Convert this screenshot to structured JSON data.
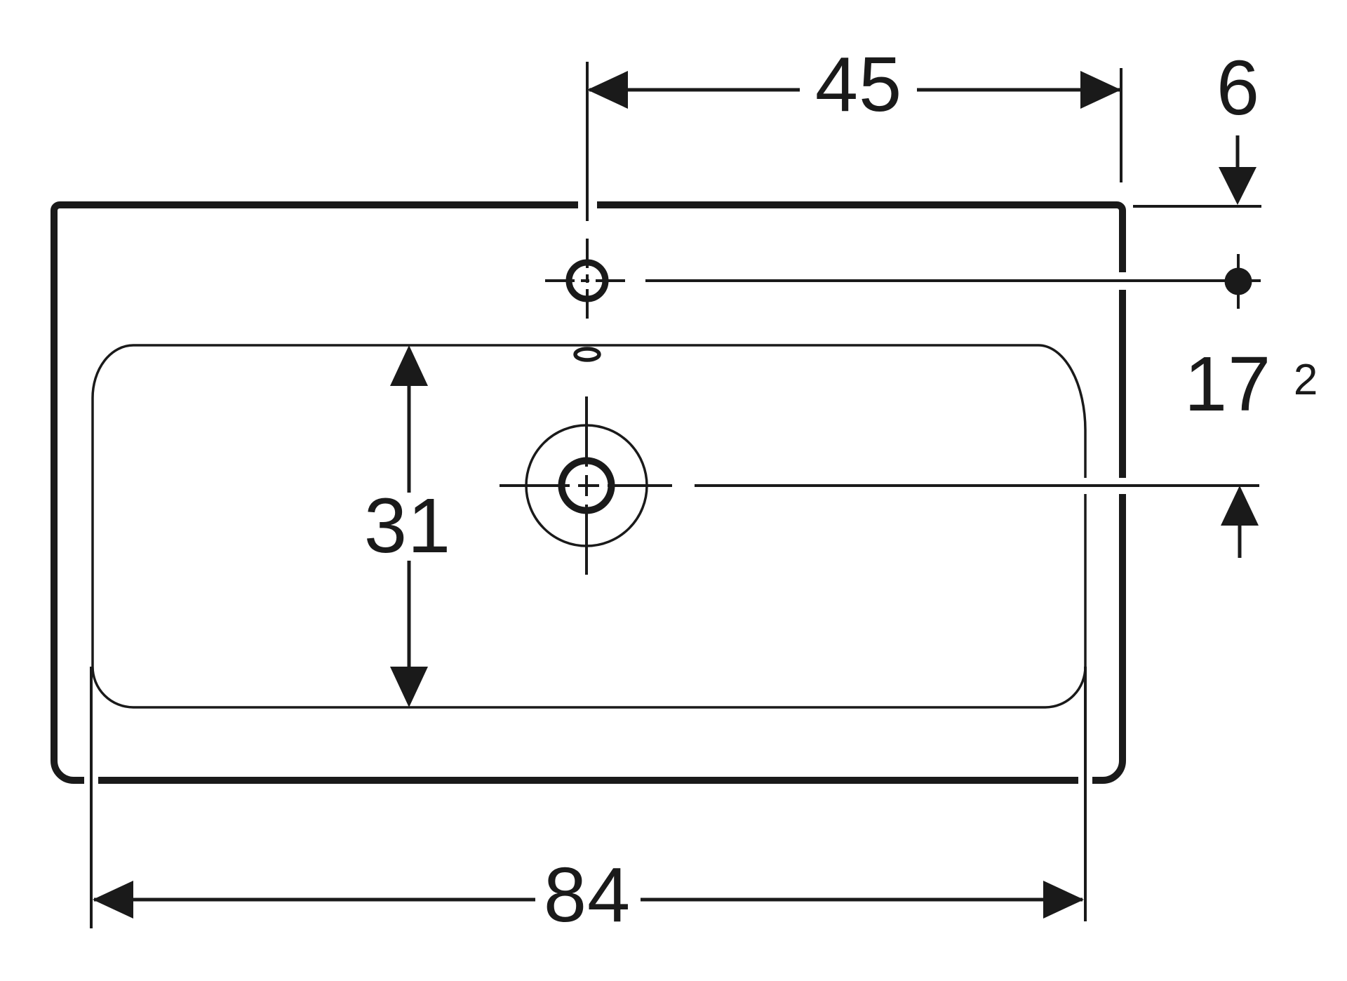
{
  "drawing": {
    "subject": "washbasin top view technical drawing",
    "units": "cm",
    "background_color": "#ffffff",
    "line_color": "#1a1a1a",
    "dims": {
      "faucet_to_right": {
        "label": "45"
      },
      "edge_offset": {
        "label": "6"
      },
      "faucet_to_drain": {
        "label": "17",
        "sup": "2"
      },
      "bowl_depth": {
        "label": "31"
      },
      "bowl_width": {
        "label": "84"
      }
    }
  }
}
